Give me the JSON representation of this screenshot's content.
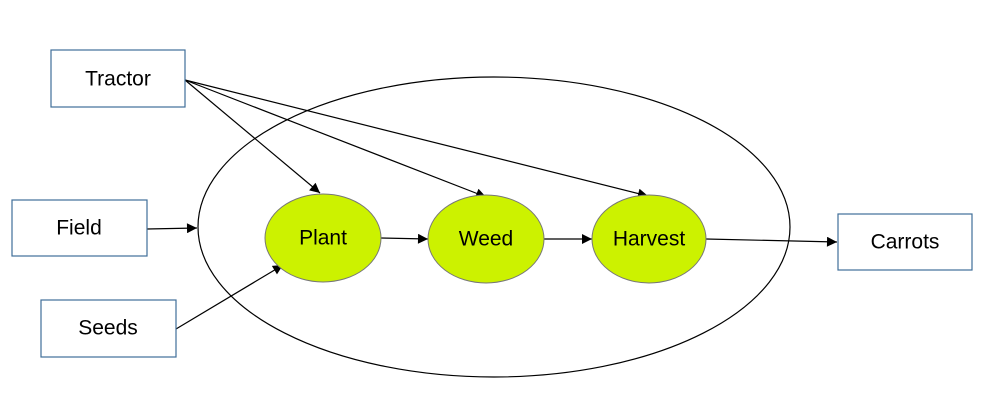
{
  "colors": {
    "process_fill": "#ccf200",
    "box_stroke": "#3f6f99",
    "line": "#000000"
  },
  "inputs": [
    {
      "id": "tractor",
      "label": "Tractor"
    },
    {
      "id": "field",
      "label": "Field"
    },
    {
      "id": "seeds",
      "label": "Seeds"
    }
  ],
  "processes": [
    {
      "id": "plant",
      "label": "Plant"
    },
    {
      "id": "weed",
      "label": "Weed"
    },
    {
      "id": "harvest",
      "label": "Harvest"
    }
  ],
  "outputs": [
    {
      "id": "carrots",
      "label": "Carrots"
    }
  ],
  "edges": [
    {
      "from": "tractor",
      "to": "plant"
    },
    {
      "from": "tractor",
      "to": "weed"
    },
    {
      "from": "tractor",
      "to": "harvest"
    },
    {
      "from": "field",
      "to": "boundary"
    },
    {
      "from": "seeds",
      "to": "plant"
    },
    {
      "from": "plant",
      "to": "weed"
    },
    {
      "from": "weed",
      "to": "harvest"
    },
    {
      "from": "harvest",
      "to": "carrots"
    }
  ]
}
